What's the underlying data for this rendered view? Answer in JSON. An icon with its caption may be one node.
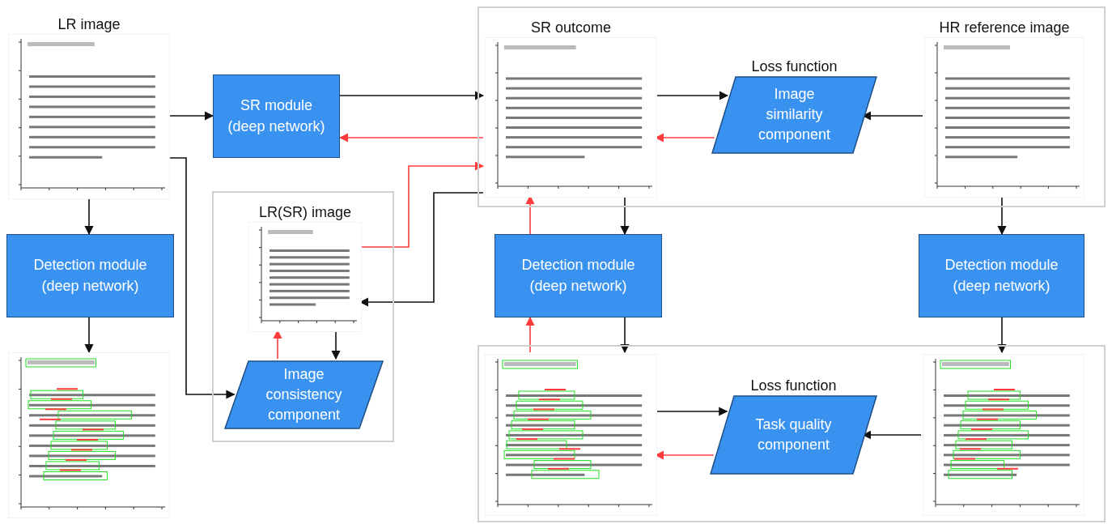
{
  "diagram": {
    "nodes": [
      {
        "text": [
          "LR image"
        ]
      },
      {
        "text": [
          "SR module (deep network)"
        ]
      },
      {
        "text": [],
        "shape": "box"
      },
      {
        "text": [
          "SR outcome"
        ],
        "in": 2
      },
      {
        "text": [
          "Loss function",
          "Image similarity component"
        ],
        "in": 2
      },
      {
        "text": [
          "HR reference image"
        ],
        "in": 2
      },
      {
        "text": [
          "Detection module (deep network)"
        ]
      },
      {
        "text": [],
        "shape": "box"
      },
      {
        "text": [
          "LR(SR) image"
        ],
        "in": 7
      },
      {
        "text": [
          "Image consistency component"
        ],
        "in": 7
      },
      {
        "text": [
          "Detection module (deep network)"
        ]
      },
      {
        "text": [
          "Detection module (deep network)"
        ]
      },
      {
        "text": [],
        "shape": "picture"
      },
      {
        "text": [],
        "shape": "box"
      },
      {
        "text": [],
        "shape": "picture",
        "in": 13
      },
      {
        "text": [
          "Loss function",
          "Task quality component"
        ],
        "in": 13
      },
      {
        "text": [],
        "shape": "picture",
        "in": 13
      }
    ],
    "edges": [
      {
        "from": 0,
        "to": 1,
        "arrow": "to"
      },
      {
        "from": 1,
        "to": 3,
        "arrow": "to"
      },
      {
        "from": 3,
        "to": 1,
        "arrow": "to",
        "color": "#ff3b3b"
      },
      {
        "from": 3,
        "to": 4,
        "arrow": "to"
      },
      {
        "from": 4,
        "to": 3,
        "arrow": "to",
        "color": "#ff3b3b"
      },
      {
        "from": 5,
        "to": 4,
        "arrow": "to"
      },
      {
        "from": 0,
        "to": 6,
        "arrow": "to"
      },
      {
        "from": 6,
        "to": 12,
        "arrow": "to"
      },
      {
        "from": 0,
        "to": 9,
        "arrow": "to"
      },
      {
        "from": 3,
        "to": 10,
        "arrow": "to"
      },
      {
        "from": 10,
        "to": 3,
        "arrow": "to",
        "color": "#ff3b3b"
      },
      {
        "from": 10,
        "to": 14,
        "arrow": "to"
      },
      {
        "from": 14,
        "to": 10,
        "arrow": "to",
        "color": "#ff3b3b"
      },
      {
        "from": 5,
        "to": 11,
        "arrow": "to"
      },
      {
        "from": 11,
        "to": 16,
        "arrow": "to"
      },
      {
        "from": 16,
        "to": 15,
        "arrow": "to"
      },
      {
        "from": 15,
        "to": 14,
        "arrow": "to",
        "color": "#ff3b3b"
      },
      {
        "from": 14,
        "to": 15,
        "arrow": "to"
      },
      {
        "from": 9,
        "to": 8,
        "arrow": "to",
        "color": "#ff3b3b"
      },
      {
        "from": 8,
        "to": 9,
        "arrow": "to"
      },
      {
        "from": 8,
        "to": 3,
        "arrow": "to",
        "color": "#ff3b3b"
      },
      {
        "from": 3,
        "to": 8,
        "arrow": "to"
      }
    ]
  }
}
